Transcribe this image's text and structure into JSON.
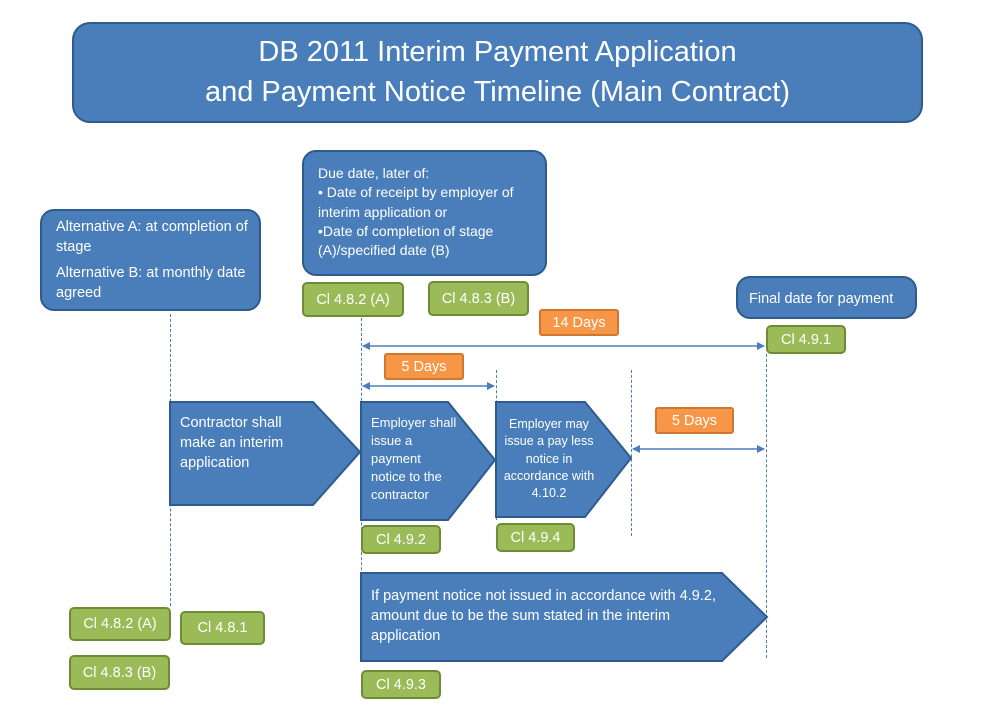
{
  "title": {
    "line1": "DB 2011 Interim Payment Application",
    "line2": "and Payment Notice Timeline (Main Contract)"
  },
  "due_date": {
    "heading": "Due date, later of:",
    "items": [
      "• Date of receipt by employer of interim application or",
      "•Date of completion of stage (A)/specified date (B)"
    ]
  },
  "alternatives": {
    "a": "Alternative A: at completion of stage",
    "b": "Alternative  B: at monthly date agreed"
  },
  "final_date": "Final date for payment",
  "clauses": {
    "c482_top": "Cl 4.8.2 (A)",
    "c483_top": "Cl 4.8.3 (B)",
    "c491": "Cl 4.9.1",
    "c492": "Cl 4.9.2",
    "c494": "Cl 4.9.4",
    "c482_bottom": "Cl 4.8.2 (A)",
    "c481": "Cl 4.8.1",
    "c483_bottom": "Cl 4.8.3 (B)",
    "c493": "Cl 4.9.3"
  },
  "durations": {
    "fourteen": "14 Days",
    "five_a": "5 Days",
    "five_b": "5 Days"
  },
  "steps": {
    "contractor": "Contractor shall make an interim application",
    "employer_notice": "Employer shall issue a payment notice to the contractor",
    "employer_payless": "Employer may issue a pay less notice in accordance with 4.10.2",
    "default": "If payment notice not issued in accordance with 4.9.2, amount due to be the sum stated in the interim application"
  },
  "colors": {
    "blue": "#4a7ebb",
    "blue_border": "#2f5a8e",
    "green": "#9bbb59",
    "orange": "#f79646"
  }
}
